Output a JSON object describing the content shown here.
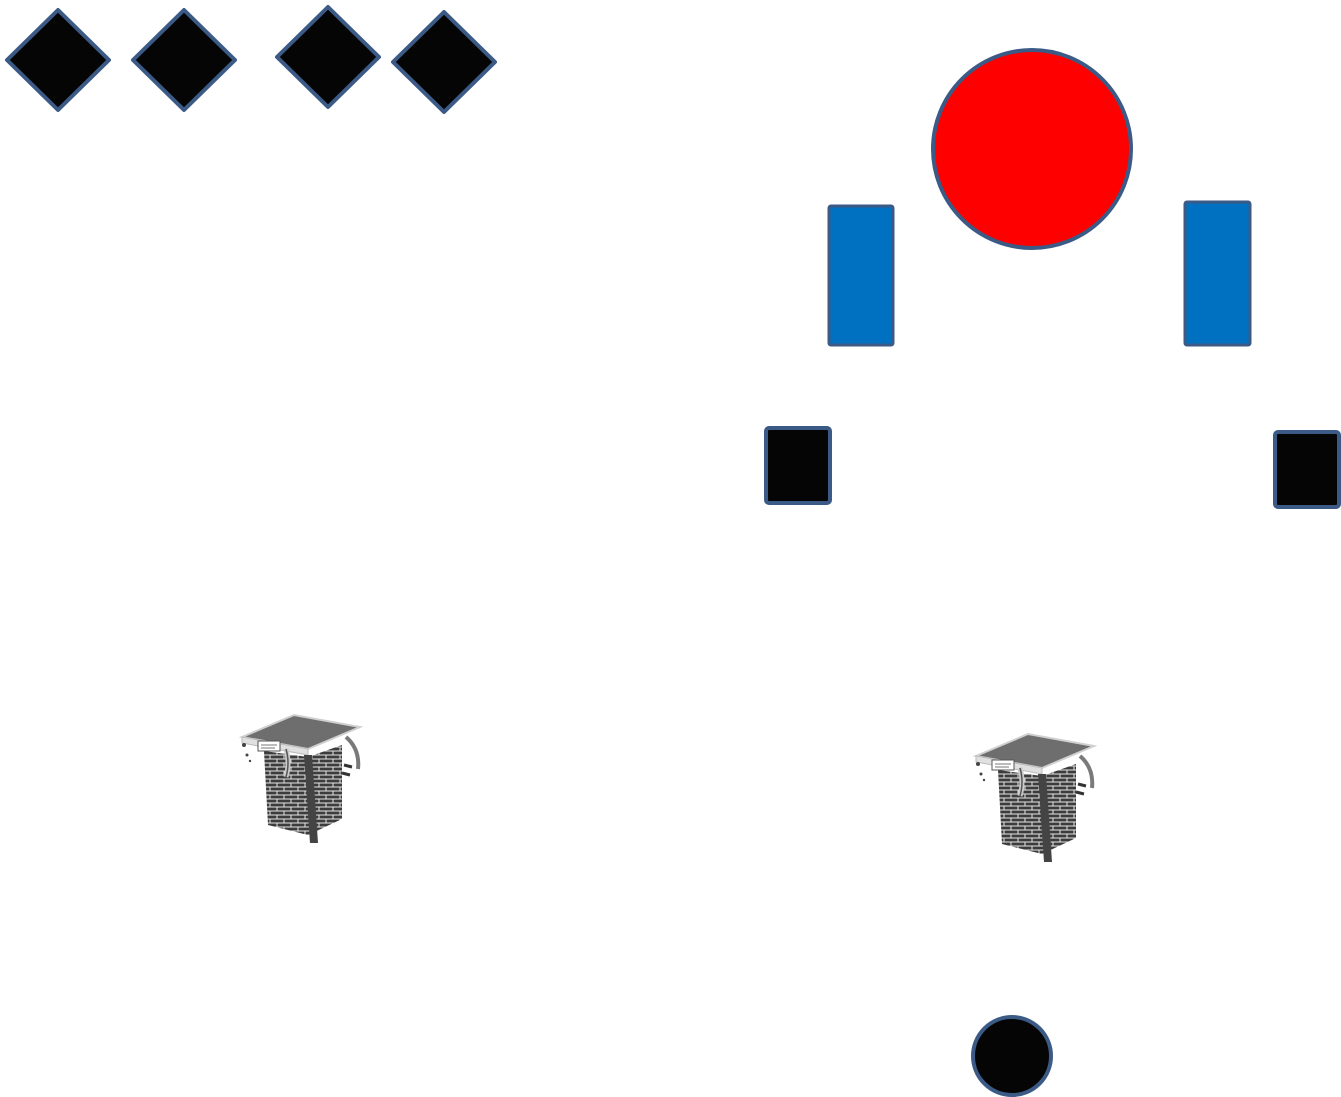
{
  "colors": {
    "background": "#ffffff",
    "outline": "#3b5a86",
    "black_fill": "#050505",
    "red_fill": "#ff0000",
    "blue_fill": "#0070c0",
    "brick_gray": "#3c3c3c",
    "roof_gray": "#6e6e6e",
    "light_gray": "#e6e6e6"
  },
  "shapes": {
    "diamonds": [
      {
        "name": "diamond-marker-1",
        "kind": "diamond",
        "fill": "black"
      },
      {
        "name": "diamond-marker-2",
        "kind": "diamond",
        "fill": "black"
      },
      {
        "name": "diamond-marker-3",
        "kind": "diamond",
        "fill": "black"
      },
      {
        "name": "diamond-marker-4",
        "kind": "diamond",
        "fill": "black"
      }
    ],
    "red_circle": {
      "name": "red-circle",
      "kind": "circle",
      "fill": "red"
    },
    "blue_bars": [
      {
        "name": "blue-bar-left",
        "kind": "rectangle",
        "fill": "blue"
      },
      {
        "name": "blue-bar-right",
        "kind": "rectangle",
        "fill": "blue"
      }
    ],
    "black_squares": [
      {
        "name": "black-square-left",
        "kind": "square",
        "fill": "black"
      },
      {
        "name": "black-square-right",
        "kind": "square",
        "fill": "black"
      }
    ],
    "chimneys": [
      {
        "name": "chimney-icon-left",
        "icon": "brick-chimney-icon"
      },
      {
        "name": "chimney-icon-right",
        "icon": "brick-chimney-icon"
      }
    ],
    "black_dot": {
      "name": "black-dot",
      "kind": "circle",
      "fill": "black"
    }
  }
}
